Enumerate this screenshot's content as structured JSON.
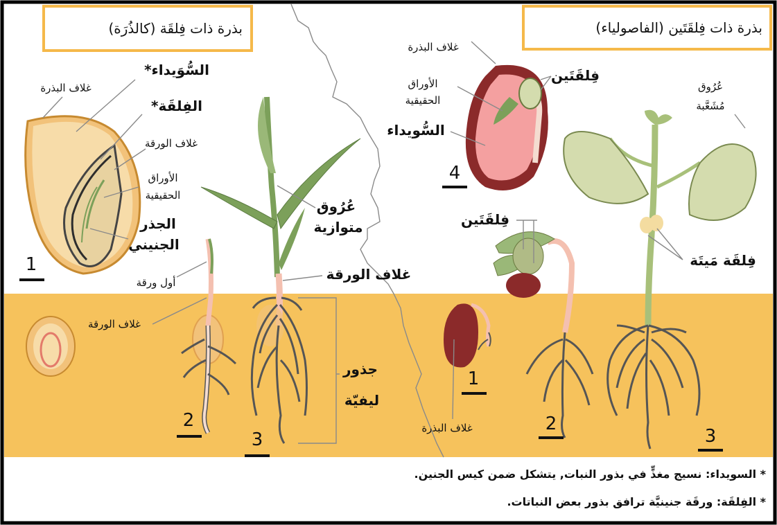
{
  "panels": {
    "monocot_title": "بذرة ذات فِلقَة (كالذُرَة)",
    "dicot_title": "بذرة ذات فِلقَتَين (الفاصولياء)"
  },
  "monocot": {
    "seed_coat": "غلاف البذرة",
    "endosperm": "السُّوَيداء*",
    "cotyledon": "الفِلقَة*",
    "coleoptile": "غلاف الورقة",
    "true_leaves_1": "الأوراق",
    "true_leaves_2": "الحقيقية",
    "radicle_1": "الجذر",
    "radicle_2": "الجنيني",
    "stage_1": "1",
    "first_leaf": "أول ورقة",
    "coleoptile_2": "غلاف الورقة",
    "stage_2": "2",
    "stage_3": "3",
    "parallel_veins_1": "عُرُوق",
    "parallel_veins_2": "متوازية",
    "coleoptile_3": "غلاف الورقة",
    "fibrous_roots_1": "جذور",
    "fibrous_roots_2": "ليفيّة"
  },
  "dicot": {
    "seed_coat": "غلاف البذرة",
    "true_leaves_1": "الأوراق",
    "true_leaves_2": "الحقيقية",
    "cotyledons": "فِلقَتَين",
    "endosperm": "السُّويداء",
    "stage_4": "4",
    "net_veins_1": "عُرُوق",
    "net_veins_2": "مُشَعَّبة",
    "cotyledons_2": "فِلقَتَين",
    "dead_cotyledon": "فِلقَة مَيتَة",
    "stage_1": "1",
    "seed_coat_2": "غلاف البذرة",
    "stage_2": "2",
    "stage_3": "3"
  },
  "footnotes": {
    "endosperm_note": "* السويداء: نسيج مغذٍّ في بذور النبات, يتشكل ضمن كيس الجنين.",
    "cotyledon_note": "* الفِلقَة: ورقَة جنينيَّة ترافق بذور بعض النباتات."
  },
  "colors": {
    "soil": "#f6c25c",
    "seed_tan": "#f2c27a",
    "bean_red": "#8b2a2a",
    "bean_pink": "#f4a0a0",
    "leaf_green": "#90a86e",
    "leaf_pale": "#d4dcae",
    "frame": "#000000",
    "title_box": "#f5b94a"
  }
}
